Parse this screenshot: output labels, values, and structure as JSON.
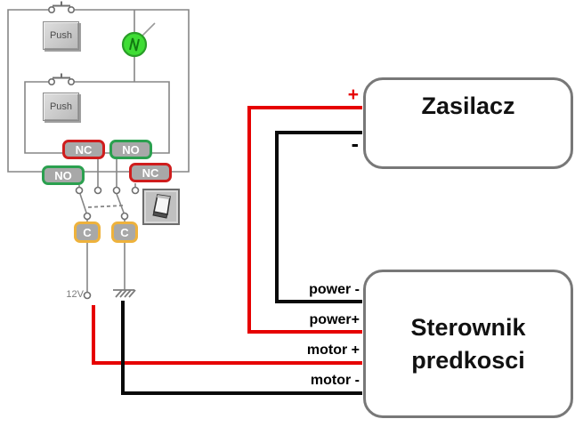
{
  "circuit": {
    "push1_label": "Push",
    "push2_label": "Push",
    "contacts": {
      "nc_top": "NC",
      "no_top": "NO",
      "no_bottom": "NO",
      "nc_bottom": "NC",
      "c_left": "C",
      "c_right": "C"
    },
    "supply_label": "12V",
    "icons": [
      "push-button-symbol",
      "indicator-lamp-icon",
      "rocker-switch-icon",
      "ground-icon"
    ]
  },
  "power_supply": {
    "title": "Zasilacz",
    "plus_label": "+",
    "minus_label": "-"
  },
  "controller": {
    "title_line1": "Sterownik",
    "title_line2": "predkosci",
    "terminals": {
      "power_neg": "power -",
      "power_pos": "power+",
      "motor_pos": "motor +",
      "motor_neg": "motor -"
    }
  },
  "colors": {
    "wire_red": "#e60000",
    "wire_black": "#0a0a0a",
    "wire_gray": "#868686",
    "nc_border": "#cf1d1d",
    "no_border": "#2ba04f",
    "c_border": "#eeb23c",
    "badge_fill": "#a8a8a8",
    "lamp_green": "#3fdd35"
  }
}
